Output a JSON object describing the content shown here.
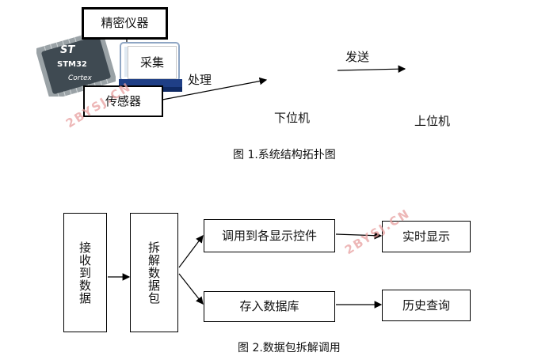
{
  "diagram1": {
    "chip": {
      "brand": "ST",
      "model": "STM32",
      "core": "Cortex"
    },
    "precision_instrument": "精密仪器",
    "acquire": "采集",
    "sensor": "传感器",
    "process": "处理",
    "send": "发送",
    "lower_computer": "下位机",
    "upper_computer": "上位机",
    "caption": "图 1.系统结构拓扑图"
  },
  "diagram2": {
    "receive_data": "接收到数据",
    "unpack_data": "拆解数据包",
    "call_controls": "调用到各显示控件",
    "realtime_display": "实时显示",
    "store_db": "存入数据库",
    "history_query": "历史查询",
    "caption": "图 2.数据包拆解调用"
  },
  "watermark": "2BYSJ.CN",
  "colors": {
    "chip": "#3f4a52",
    "chip_pins": "#9aa2a6",
    "monitor_screen": "#dfe9f2",
    "monitor_base": "#1f3f86",
    "watermark": "#e8a0a0"
  },
  "icons": {
    "chip": "microcontroller-chip-icon",
    "monitor": "desktop-monitor-icon"
  }
}
